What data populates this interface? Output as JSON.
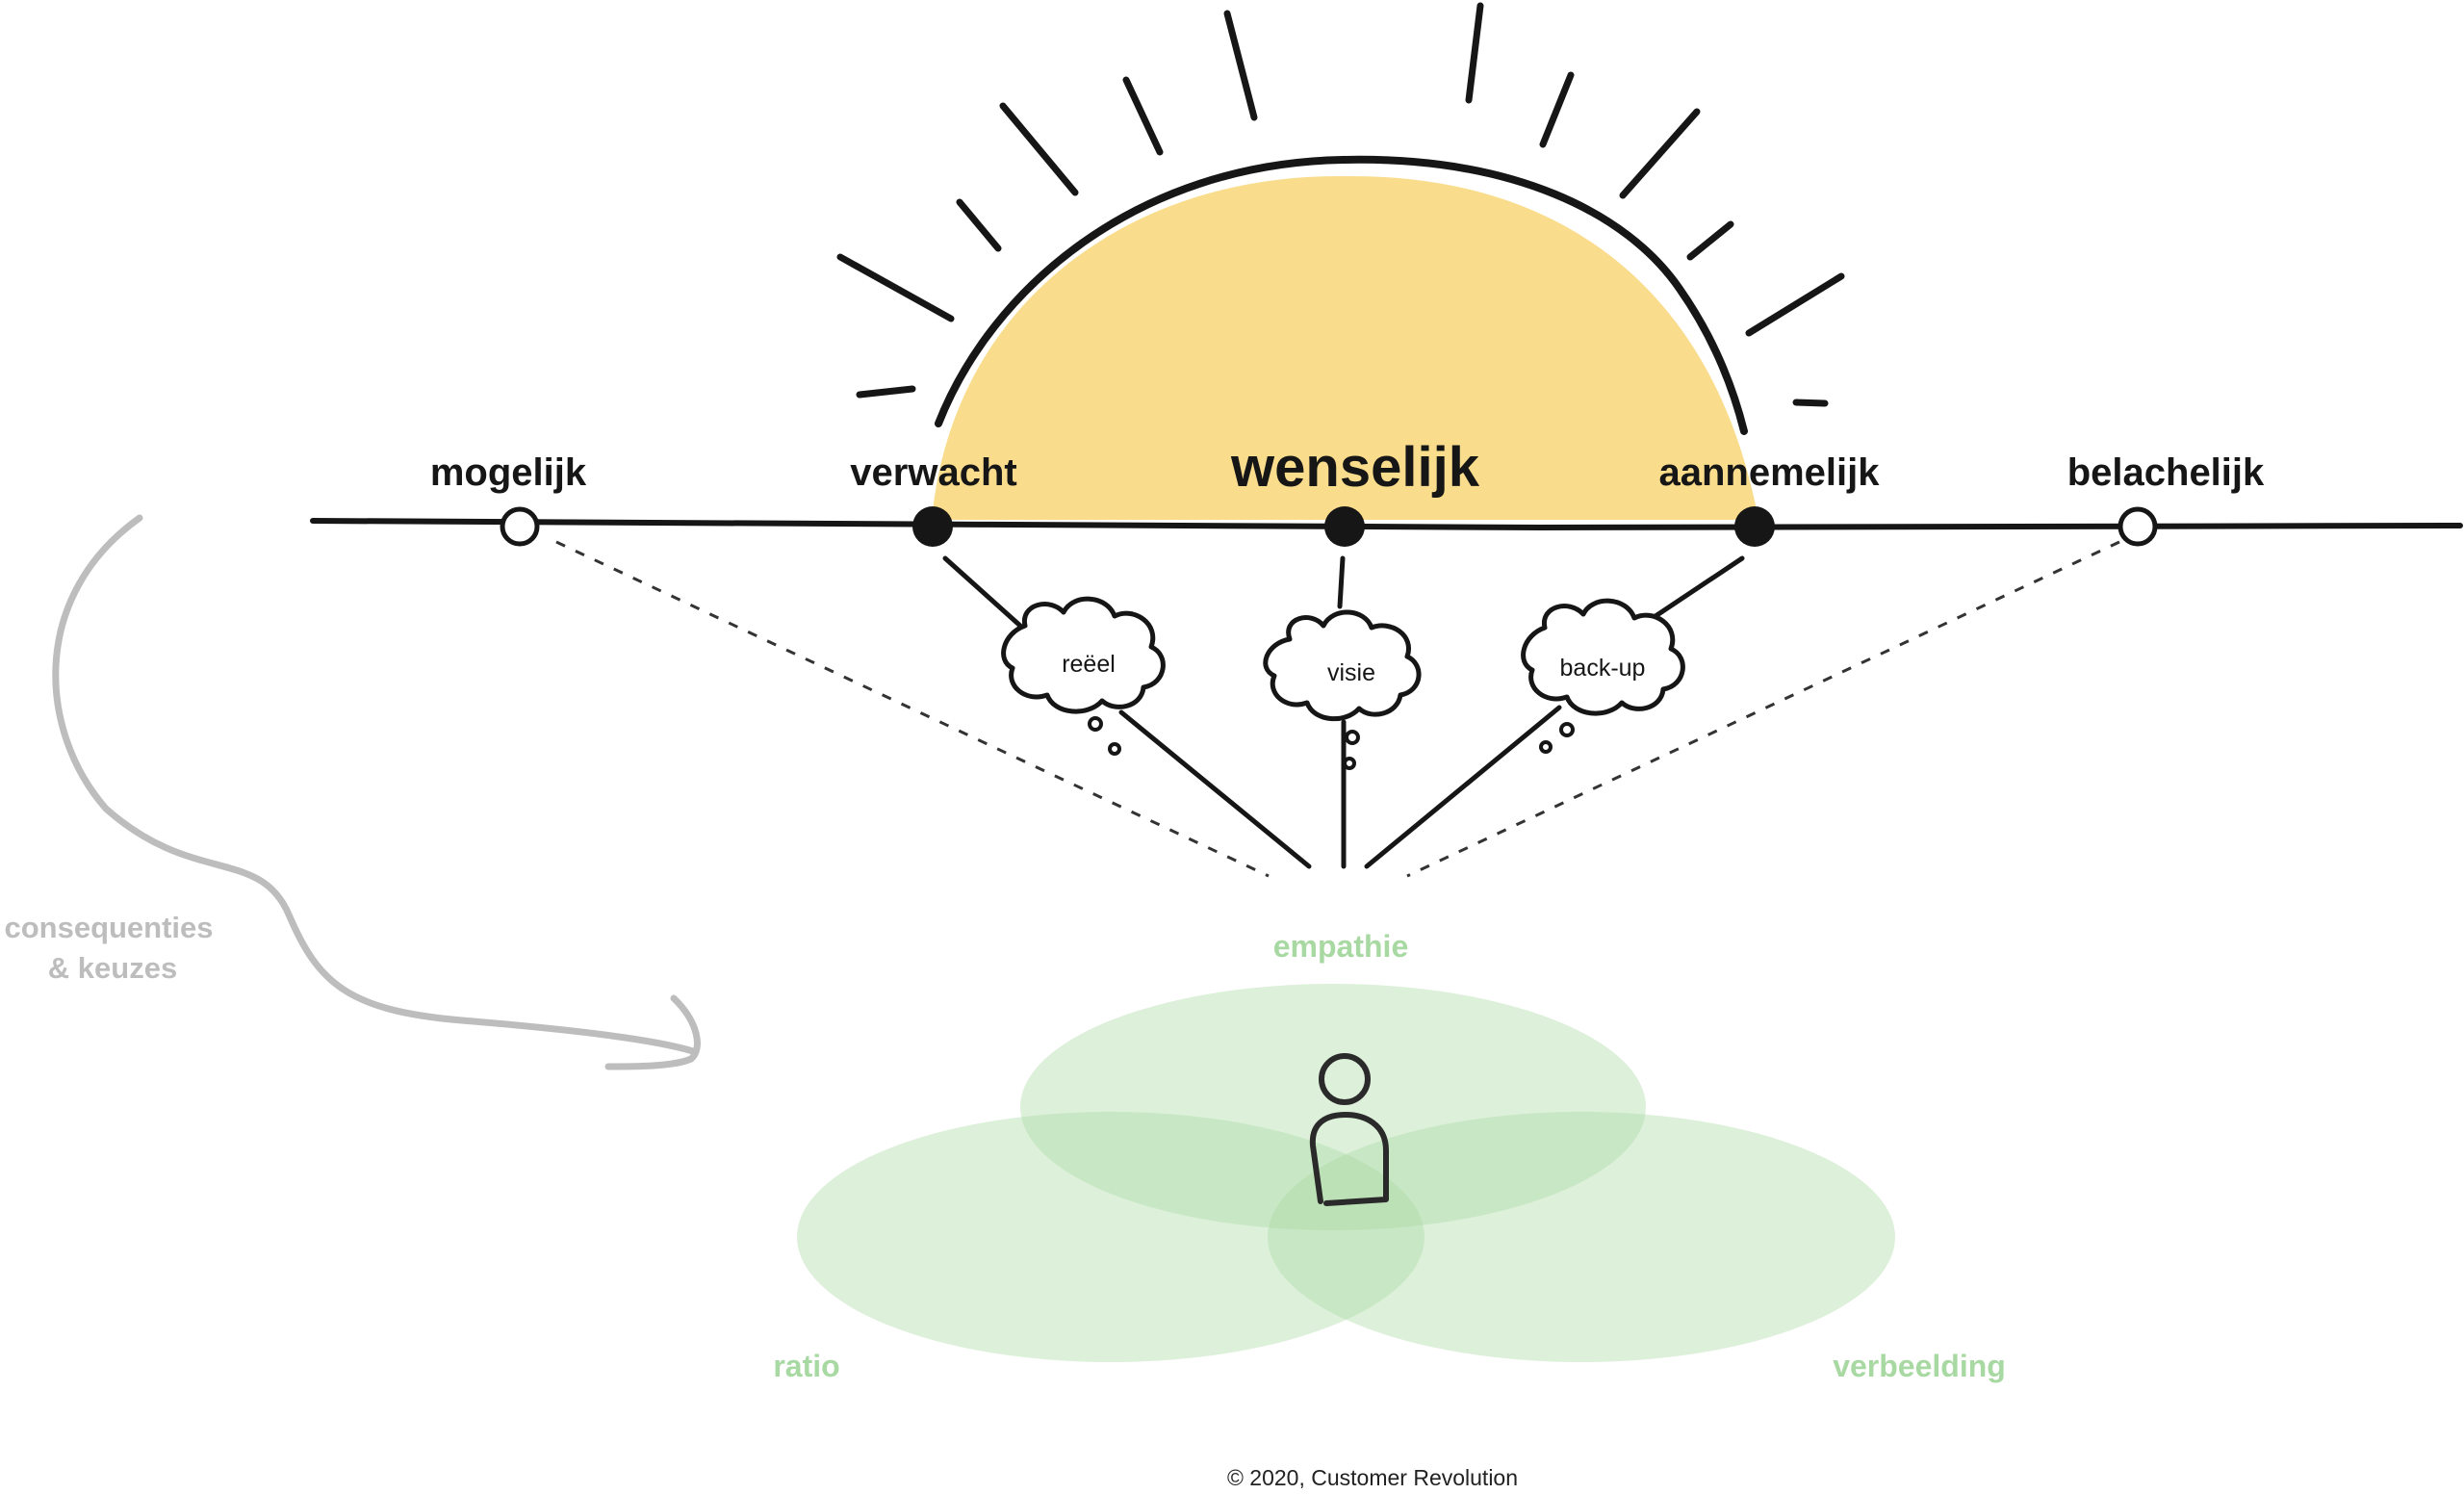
{
  "diagram": {
    "scale_points": [
      {
        "label": "mogelijk",
        "marker": "open"
      },
      {
        "label": "verwacht",
        "marker": "filled"
      },
      {
        "label": "wenselijk",
        "marker": "filled"
      },
      {
        "label": "aannemelijk",
        "marker": "filled"
      },
      {
        "label": "belachelijk",
        "marker": "open"
      }
    ],
    "thought_clouds": [
      {
        "label": "reëel"
      },
      {
        "label": "visie"
      },
      {
        "label": "back-up"
      }
    ],
    "circles": {
      "top": "empathie",
      "left": "ratio",
      "right": "verbeelding"
    },
    "arrow_note": {
      "line1": "consequenties",
      "line2": "& keuzes"
    },
    "copyright": "© 2020, Customer Revolution"
  },
  "colors": {
    "sun_fill": "#f9dc8c",
    "ink": "#161616",
    "venn_green": "#a9d9a3",
    "arrow_gray": "#bdbdbd"
  },
  "icons": {
    "person": "person-icon",
    "sun": "sun-icon",
    "arrow": "curved-arrow-icon"
  }
}
